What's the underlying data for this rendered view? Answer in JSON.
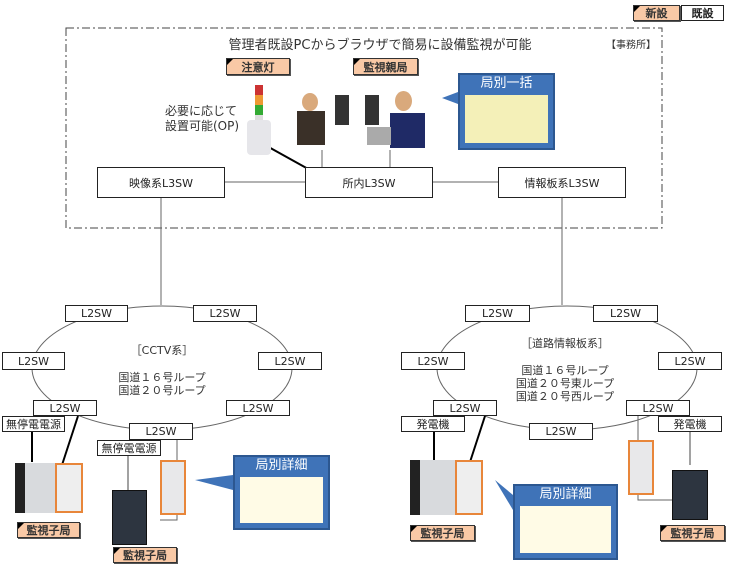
{
  "legend": {
    "new": "新設",
    "existing": "既設"
  },
  "office": {
    "title": "管理者既設PCからブラウザで簡易に設備監視が可能",
    "label": "【事務所】",
    "warning_light": "注意灯",
    "master_station": "監視親局",
    "callout_overview": "局別一括",
    "option_note_1": "必要に応じて",
    "option_note_2": "設置可能(OP)"
  },
  "l3sw": {
    "video": "映像系L3SW",
    "internal": "所内L3SW",
    "info": "情報板系L3SW"
  },
  "cctv": {
    "title": "［CCTV系］",
    "loops": [
      "国道１６号ループ",
      "国道２０号ループ"
    ],
    "ups1": "無停電電源",
    "ups2": "無停電電源",
    "substation1": "監視子局",
    "substation2": "監視子局",
    "callout_detail": "局別詳細"
  },
  "road": {
    "title": "［道路情報板系］",
    "loops": [
      "国道１６号ループ",
      "国道２０号東ループ",
      "国道２０号西ループ"
    ],
    "gen1": "発電機",
    "gen2": "発電機",
    "substation1": "監視子局",
    "substation2": "監視子局",
    "callout_detail": "局別詳細"
  },
  "l2sw": "L2SW",
  "colors": {
    "tag": "#f9c9a6",
    "callout": "#3f73b8"
  }
}
